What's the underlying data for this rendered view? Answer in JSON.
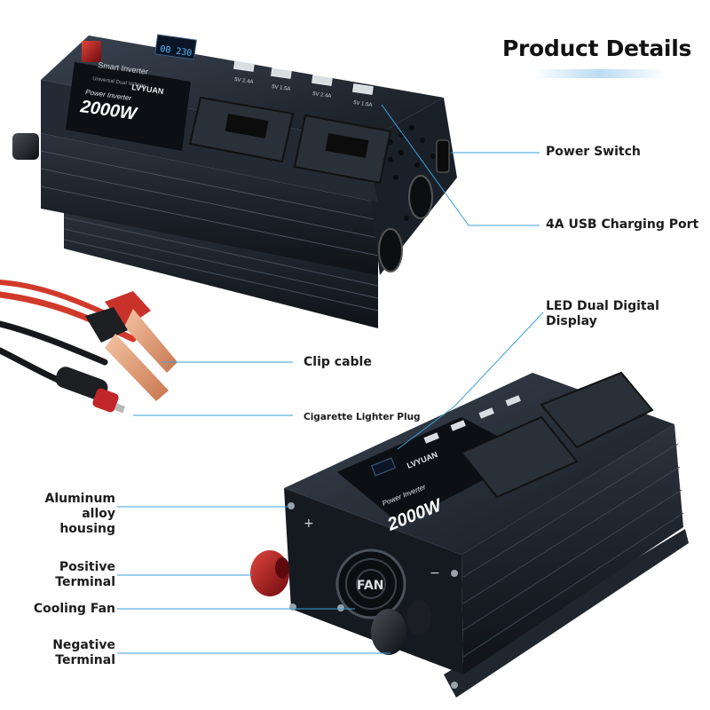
{
  "header": {
    "title": "Product Details"
  },
  "top_device": {
    "brand_badge": "Smart Inverter",
    "brand_sub": "Universal Dual Voltage",
    "logo": "LVYUAN",
    "model": "Power Inverter",
    "wattage": "2000W",
    "display_readout": "00 230",
    "usb_ports": [
      "5V 2.4A",
      "5V 1.5A",
      "5V 2.4A",
      "5V 1.5A"
    ]
  },
  "bottom_device": {
    "logo": "LVYUAN",
    "model": "Power Inverter",
    "wattage": "2000W",
    "fan_label": "FAN",
    "plus_mark": "+",
    "minus_mark": "−"
  },
  "callouts": {
    "power_switch": "Power Switch",
    "usb_port": "4A USB Charging Port",
    "led_display": [
      "LED Dual Digital",
      "Display"
    ],
    "clip_cable": "Clip cable",
    "cigarette_plug": "Cigarette Lighter Plug",
    "aluminum_housing": [
      "Aluminum alloy",
      "housing"
    ],
    "positive_terminal": [
      "Positive",
      "Terminal"
    ],
    "cooling_fan": "Cooling Fan",
    "negative_terminal": [
      "Negative",
      "Terminal"
    ]
  },
  "colors": {
    "leader_line": "#3aa0d8",
    "body_dark": "#1f2630",
    "terminal_red": "#a8151b"
  }
}
